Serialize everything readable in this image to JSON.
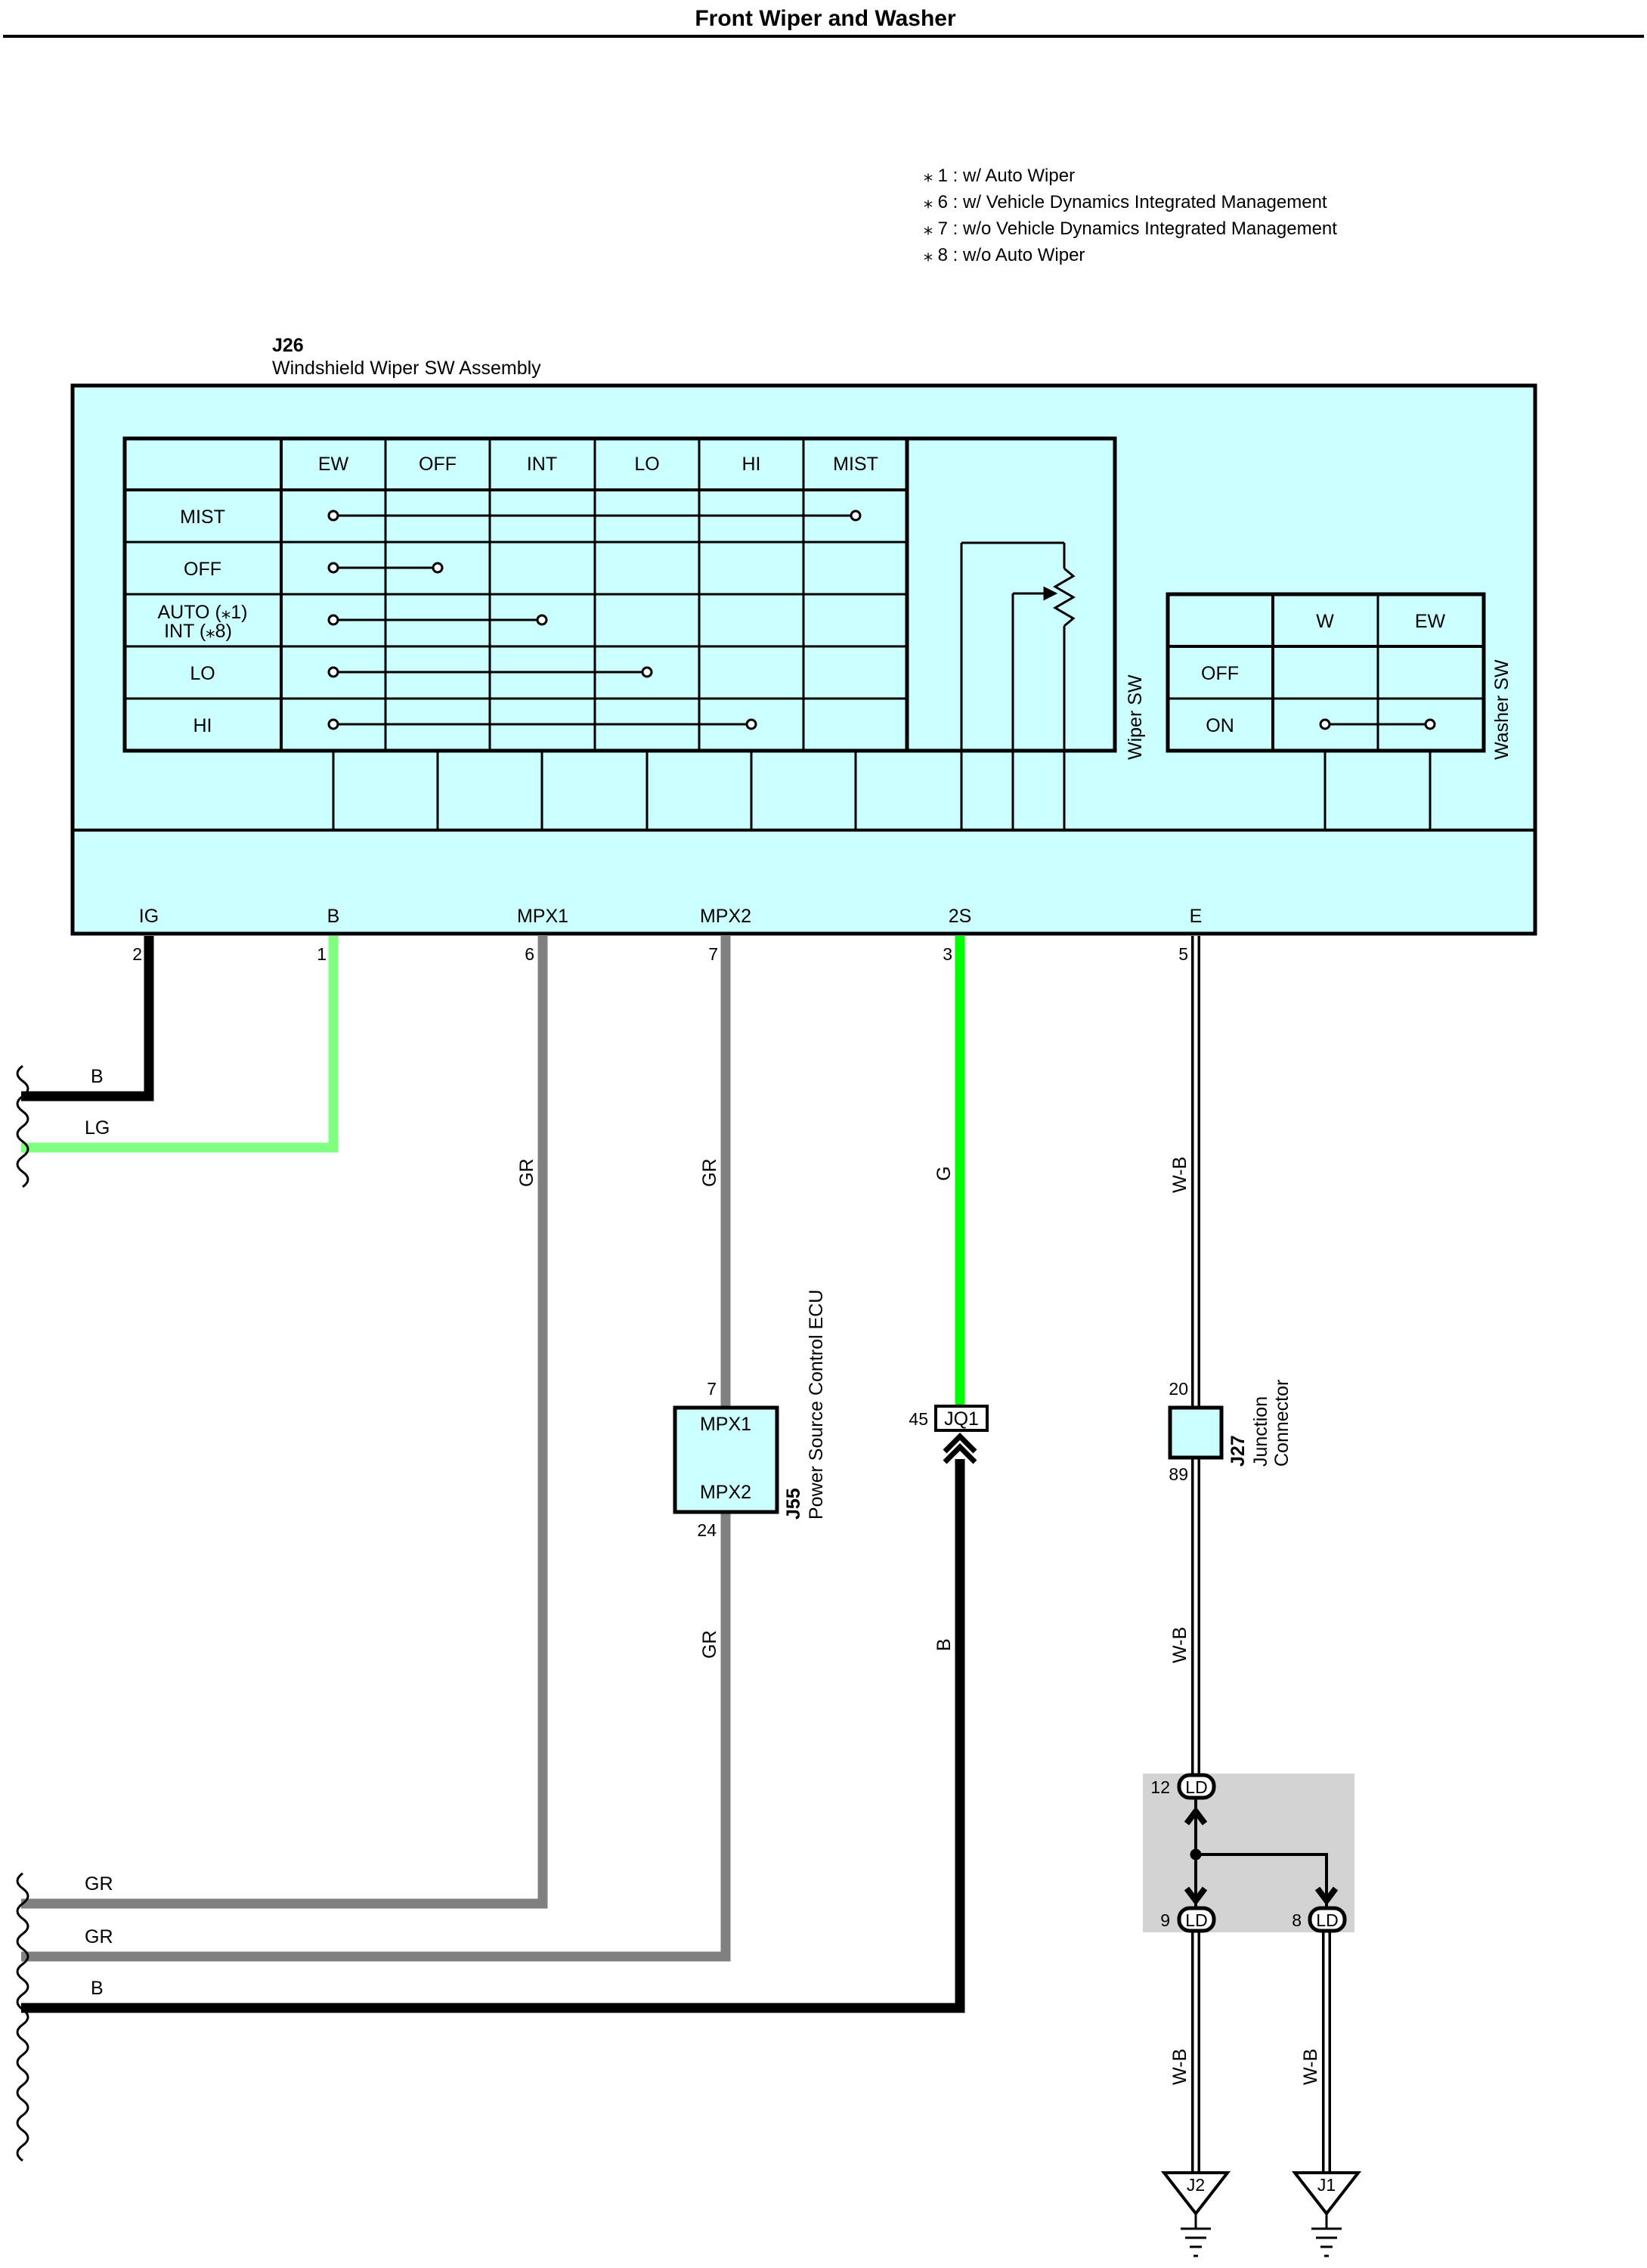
{
  "title": "Front Wiper and Washer",
  "notes": [
    "⁎ 1 : w/ Auto Wiper",
    "⁎ 6 : w/ Vehicle Dynamics Integrated Management",
    "⁎ 7 : w/o Vehicle Dynamics Integrated Management",
    "⁎ 8 : w/o Auto Wiper"
  ],
  "switch_assembly": {
    "code": "J26",
    "name": "Windshield Wiper SW Assembly",
    "wiper_columns": [
      "EW",
      "OFF",
      "INT",
      "LO",
      "HI",
      "MIST"
    ],
    "wiper_rows": [
      "MIST",
      "OFF",
      "AUTO (⁎1)",
      "INT (⁎8)",
      "LO",
      "HI"
    ],
    "wiper_label": "Wiper SW",
    "washer_columns": [
      "W",
      "EW"
    ],
    "washer_rows": [
      "OFF",
      "ON"
    ],
    "washer_label": "Washer SW",
    "terminals": [
      {
        "name": "IG",
        "pin": "2"
      },
      {
        "name": "B",
        "pin": "1"
      },
      {
        "name": "MPX1",
        "pin": "6"
      },
      {
        "name": "MPX2",
        "pin": "7"
      },
      {
        "name": "2S",
        "pin": "3"
      },
      {
        "name": "E",
        "pin": "5"
      }
    ]
  },
  "wire_colors": {
    "B": "#000000",
    "LG": "#80ff80",
    "GR": "#808080",
    "G": "#00ff00",
    "W-B": "#ffffff",
    "component_fill": "#ccffff",
    "junction_box_fill": "#d3d3d3"
  },
  "wires": {
    "ig": "B",
    "b": "LG",
    "mpx1": "GR",
    "mpx2_upper": "GR",
    "mpx2_lower": "GR",
    "s2_upper": "G",
    "s2_lower": "B",
    "e_upper": "W-B",
    "e_middle": "W-B",
    "ld9": "W-B",
    "ld8": "W-B"
  },
  "left_exits": [
    "B",
    "LG",
    "GR",
    "GR",
    "B"
  ],
  "ecu": {
    "code": "J55",
    "name": "Power Source Control ECU",
    "top_pin": "7",
    "bottom_pin": "24",
    "terminal_top": "MPX1",
    "terminal_bottom": "MPX2"
  },
  "jq1": {
    "label": "JQ1",
    "pin": "45"
  },
  "junction_connector": {
    "code": "J27",
    "name_line1": "Junction",
    "name_line2": "Connector",
    "top_pin": "20",
    "bottom_pin": "89"
  },
  "ld": {
    "label": "LD",
    "pin_top": "12",
    "pin_left": "9",
    "pin_right": "8"
  },
  "grounds": [
    "J2",
    "J1"
  ]
}
